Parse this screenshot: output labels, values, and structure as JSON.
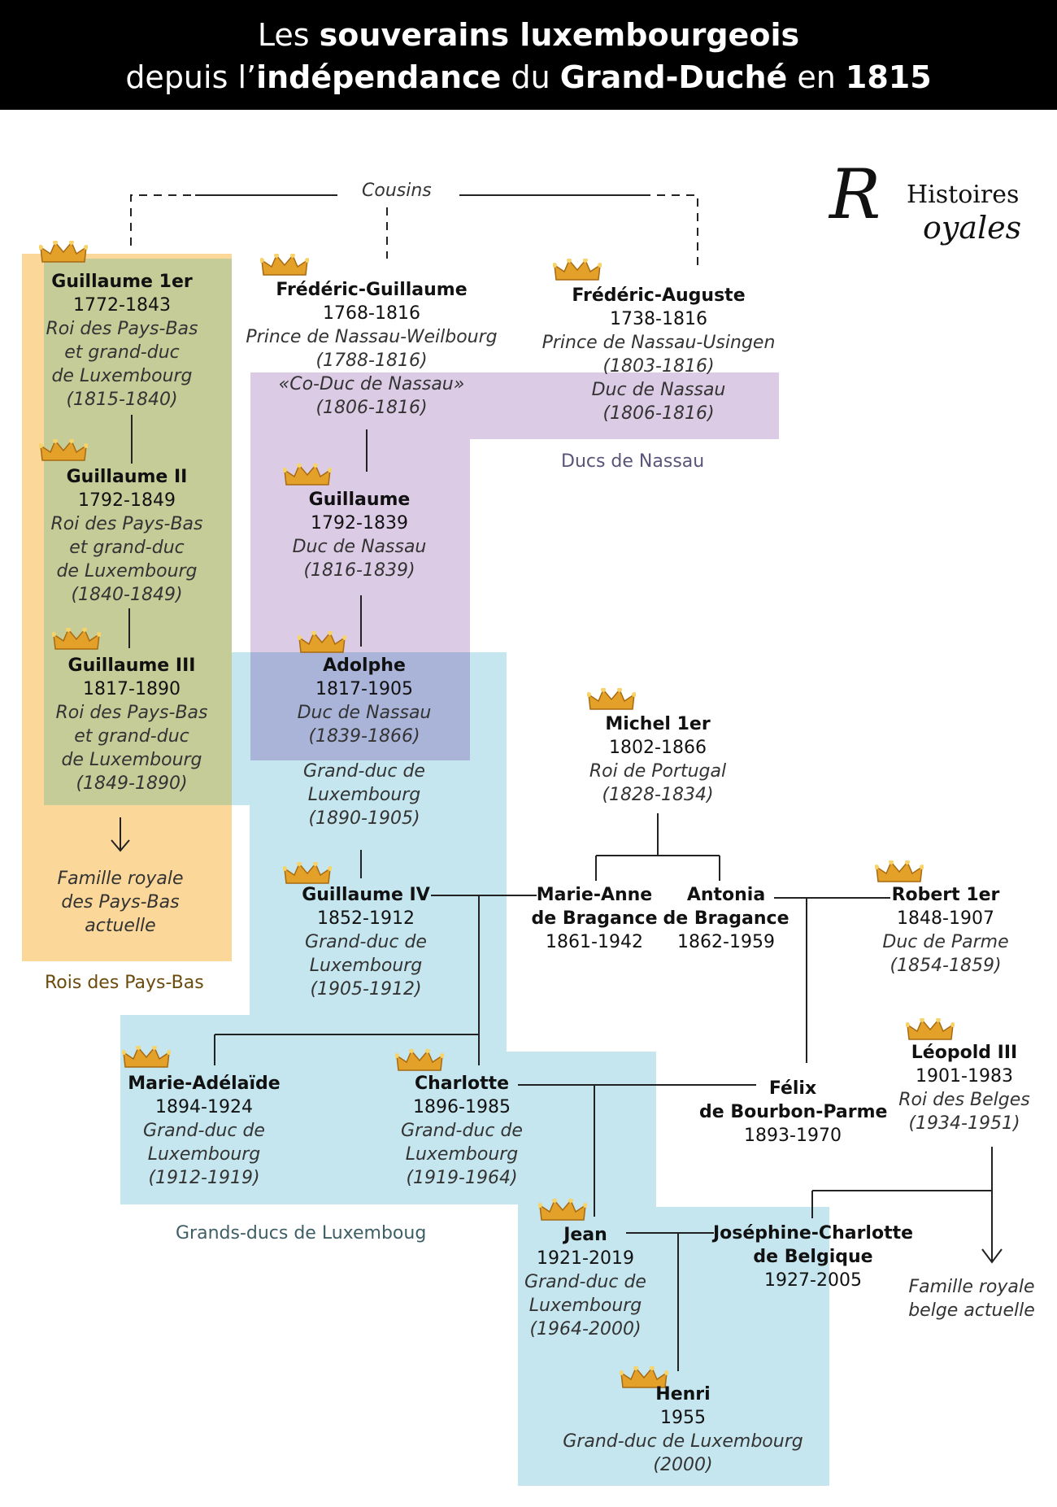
{
  "header": {
    "line1_pre": "Les ",
    "line1_bold": "souverains luxembourgeois",
    "line2_pre": "depuis l’",
    "line2_bold1": "indépendance",
    "line2_mid1": " du ",
    "line2_bold2": "Grand-Duché",
    "line2_mid2": " en ",
    "line2_bold3": "1815"
  },
  "logo": {
    "big_letter": "R",
    "word1": "Histoires",
    "word2": "oyales"
  },
  "relation_cousins": "Cousins",
  "groups": {
    "rois_pays_bas": {
      "label": "Rois des Pays-Bas",
      "color": "#fbd89a"
    },
    "ducs_nassau": {
      "label": "Ducs de Nassau",
      "color": "#dccbe5"
    },
    "grands_ducs": {
      "label": "Grands-ducs de Luxemboug",
      "color": "#c5e6ee"
    },
    "overlap_green": "#c5cc98",
    "overlap_violet": "#aab4d8"
  },
  "people": {
    "guillaume1": {
      "name": "Guillaume 1er",
      "years": "1772-1843",
      "l1": "Roi des Pays-Bas",
      "l2": "et grand-duc",
      "l3": "de Luxembourg",
      "l4": "(1815-1840)"
    },
    "guillaume2": {
      "name": "Guillaume II",
      "years": "1792-1849",
      "l1": "Roi des Pays-Bas",
      "l2": "et grand-duc",
      "l3": "de Luxembourg",
      "l4": "(1840-1849)"
    },
    "guillaume3": {
      "name": "Guillaume III",
      "years": "1817-1890",
      "l1": "Roi des Pays-Bas",
      "l2": "et grand-duc",
      "l3": "de Luxembourg",
      "l4": "(1849-1890)"
    },
    "fredguillaume": {
      "name": "Frédéric-Guillaume",
      "years": "1768-1816",
      "l1": "Prince de Nassau-Weilbourg",
      "l2": "(1788-1816)",
      "l3": "«Co-Duc de Nassau»",
      "l4": "(1806-1816)"
    },
    "fredauguste": {
      "name": "Frédéric-Auguste",
      "years": "1738-1816",
      "l1": "Prince de Nassau-Usingen",
      "l2": "(1803-1816)",
      "l3": "Duc de Nassau",
      "l4": "(1806-1816)"
    },
    "guillaumeN": {
      "name": "Guillaume",
      "years": "1792-1839",
      "l1": "Duc de Nassau",
      "l2": "(1816-1839)"
    },
    "adolphe": {
      "name": "Adolphe",
      "years": "1817-1905",
      "l1": "Duc de Nassau",
      "l2": "(1839-1866)",
      "l3": "Grand-duc de",
      "l4": "Luxembourg",
      "l5": "(1890-1905)"
    },
    "michel": {
      "name": "Michel 1er",
      "years": "1802-1866",
      "l1": "Roi de Portugal",
      "l2": "(1828-1834)"
    },
    "guillaume4": {
      "name": "Guillaume IV",
      "years": "1852-1912",
      "l1": "Grand-duc de",
      "l2": "Luxembourg",
      "l3": "(1905-1912)"
    },
    "marieanne": {
      "name": "Marie-Anne",
      "name2": "de Bragance",
      "years": "1861-1942"
    },
    "antonia": {
      "name": "Antonia",
      "name2": "de Bragance",
      "years": "1862-1959"
    },
    "robert": {
      "name": "Robert 1er",
      "years": "1848-1907",
      "l1": "Duc de Parme",
      "l2": "(1854-1859)"
    },
    "marieadelaide": {
      "name": "Marie-Adélaïde",
      "years": "1894-1924",
      "l1": "Grand-duc de",
      "l2": "Luxembourg",
      "l3": "(1912-1919)"
    },
    "charlotte": {
      "name": "Charlotte",
      "years": "1896-1985",
      "l1": "Grand-duc de",
      "l2": "Luxembourg",
      "l3": "(1919-1964)"
    },
    "felix": {
      "name": "Félix",
      "name2": "de Bourbon-Parme",
      "years": "1893-1970"
    },
    "leopold": {
      "name": "Léopold III",
      "years": "1901-1983",
      "l1": "Roi des Belges",
      "l2": "(1934-1951)"
    },
    "jean": {
      "name": "Jean",
      "years": "1921-2019",
      "l1": "Grand-duc de",
      "l2": "Luxembourg",
      "l3": "(1964-2000)"
    },
    "josephine": {
      "name": "Joséphine-Charlotte",
      "name2": "de Belgique",
      "years": "1927-2005"
    },
    "henri": {
      "name": "Henri",
      "years": "1955",
      "l1": "Grand-duc de Luxembourg",
      "l2": "(2000)"
    }
  },
  "notes": {
    "pays_bas": {
      "l1": "Famille royale",
      "l2": "des Pays-Bas",
      "l3": "actuelle"
    },
    "belge": {
      "l1": "Famille royale",
      "l2": "belge actuelle"
    }
  },
  "colors": {
    "label_brown": "#6b4a0c",
    "label_violet": "#5a5478",
    "label_teal": "#3e5f66",
    "crown_gold": "#e3a12a"
  }
}
